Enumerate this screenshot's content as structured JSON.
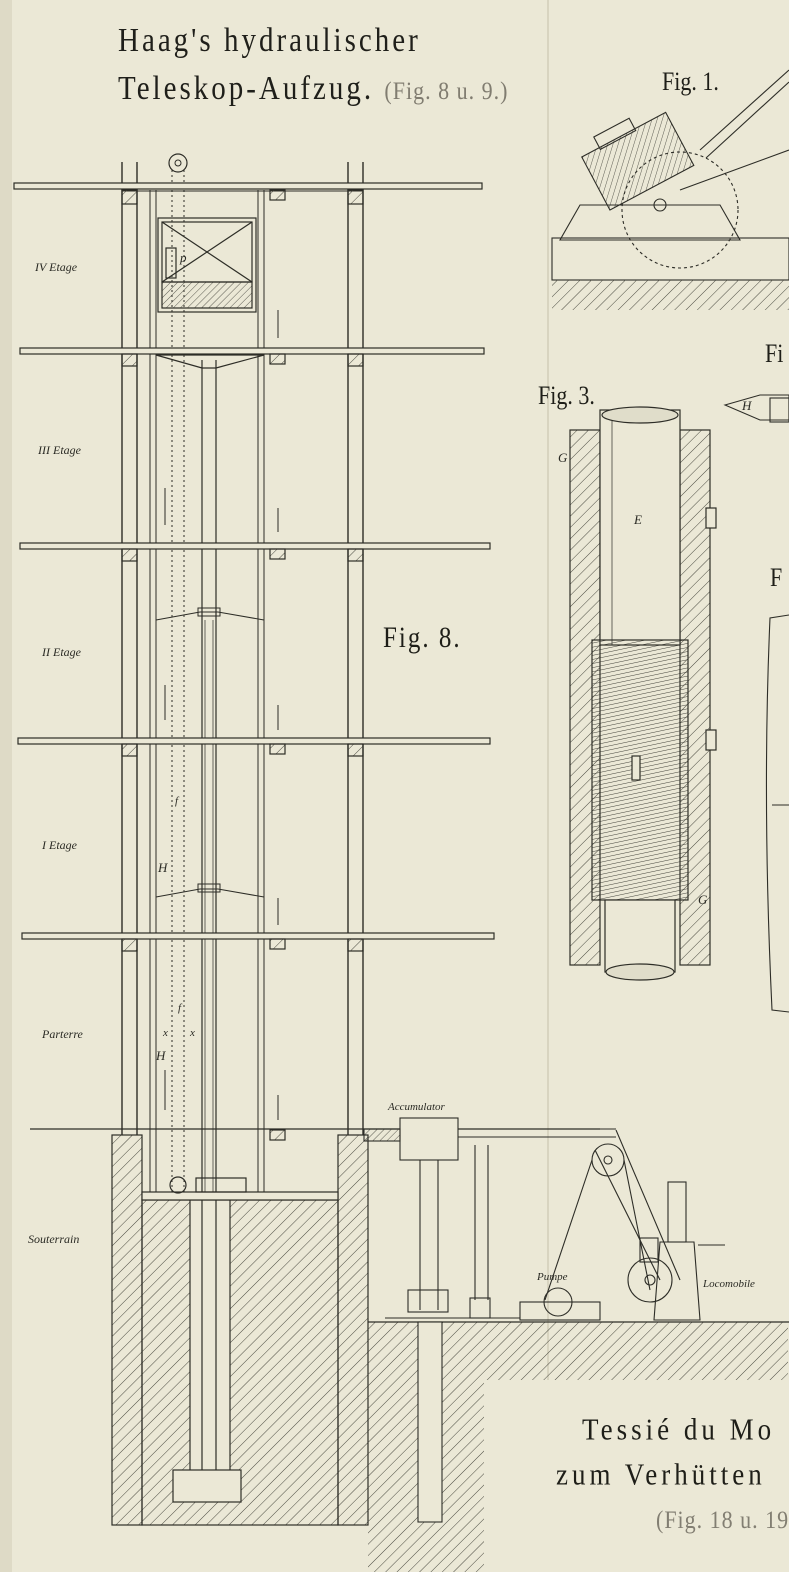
{
  "title": {
    "line1": "Haag's hydraulischer",
    "line2": "Teleskop-Aufzug.",
    "ref": "(Fig. 8 u. 9.)"
  },
  "figures": {
    "fig1": "Fig. 1.",
    "fig3": "Fig. 3.",
    "fig8": "Fig. 8.",
    "fig_right_top": "Fi",
    "fig_right_mid": "F"
  },
  "floors": [
    "IV Etage",
    "III Etage",
    "II Etage",
    "I Etage",
    "Parterre",
    "Souterrain"
  ],
  "part_labels": {
    "p": "p",
    "h_upper": "H",
    "h_lower": "H",
    "f_upper": "f",
    "f_lower": "f",
    "x_left": "x",
    "x_right": "x",
    "g_top": "G",
    "g_bottom": "G",
    "e": "E",
    "h_fig2": "H"
  },
  "machinery": {
    "accumulator": "Accumulator",
    "pump": "Pumpe",
    "locomobile": "Locomobile"
  },
  "bottom_title": {
    "line1": "Tessié du Mo",
    "line2": "zum Verhütten",
    "ref": "(Fig. 18 u. 19"
  },
  "colors": {
    "paper": "#ebe8d6",
    "ink": "#2a2a24",
    "faded_ink": "#807c70"
  }
}
